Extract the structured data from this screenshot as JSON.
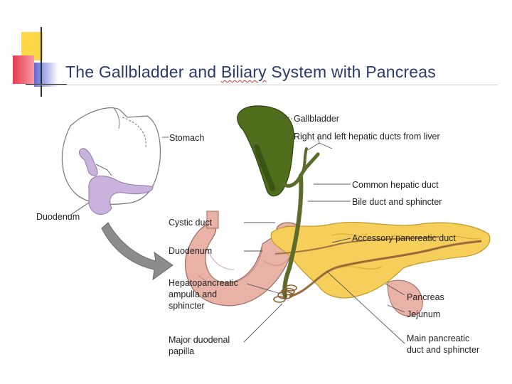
{
  "title": {
    "part1": "The Gallbladder and ",
    "squiggly": "Biliary",
    "part2": "  System with Pancreas"
  },
  "labels": {
    "gallbladder": "Gallbladder",
    "hepatic_ducts": "Right and left hepatic ducts from liver",
    "common_hepatic_duct": "Common hepatic duct",
    "bile_duct": "Bile duct and sphincter",
    "accessory_duct": "Accessory pancreatic duct",
    "pancreas": "Pancreas",
    "jejunum": "Jejunum",
    "main_duct_1": "Main pancreatic",
    "main_duct_2": "duct and sphincter",
    "stomach": "Stomach",
    "duodenum_left": "Duodenum",
    "cystic_duct": "Cystic duct",
    "duodenum": "Duodenum",
    "ampulla_1": "Hepatopancreatic",
    "ampulla_2": "ampulla and",
    "ampulla_3": "sphincter",
    "papilla_1": "Major duodenal",
    "papilla_2": "papilla"
  },
  "colors": {
    "title": "#2b3a6b",
    "gallbladder": "#4f6d1b",
    "pancreas": "#f5cf5a",
    "duodenum": "#e9b2a6",
    "thumbnail_organs": "#c9b3dc"
  }
}
